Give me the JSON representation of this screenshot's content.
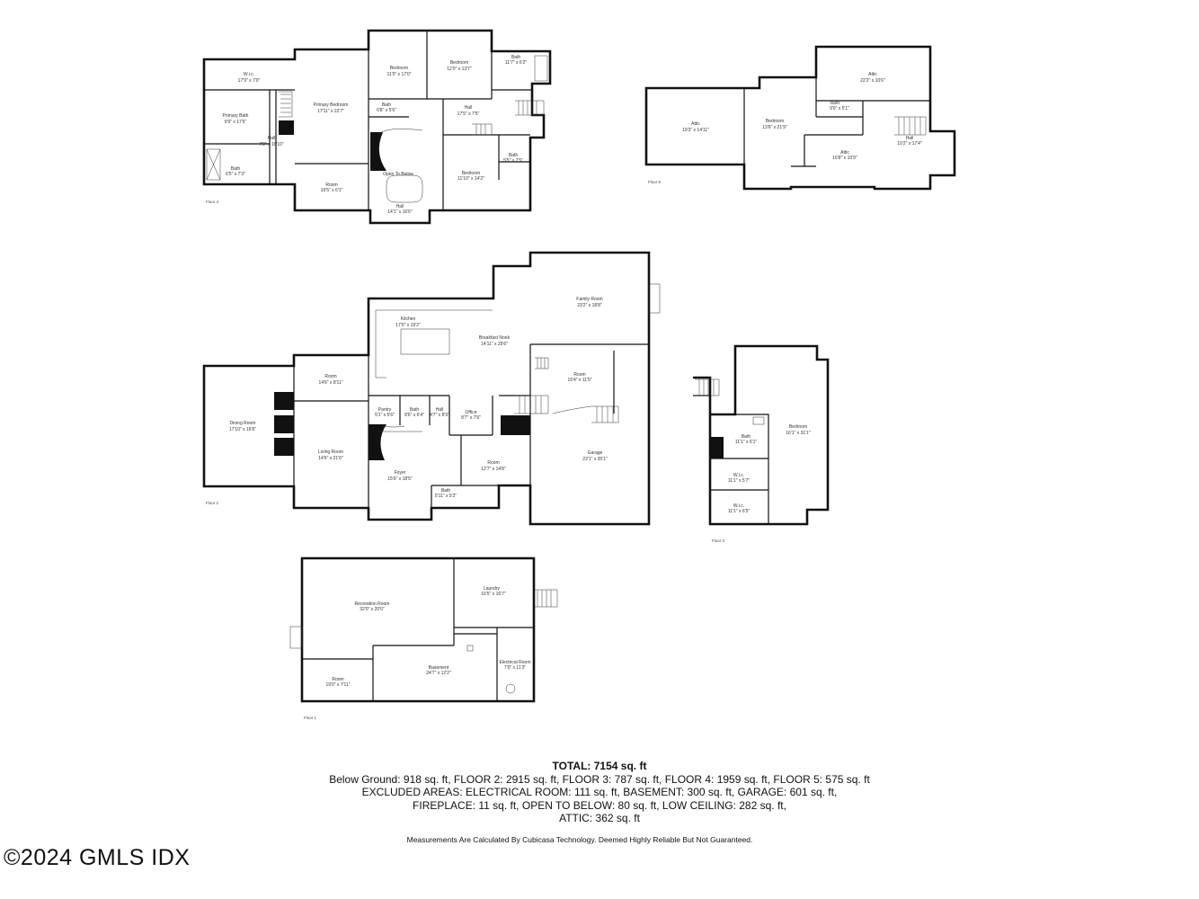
{
  "floors": {
    "floor4": {
      "tag": "Floor 4",
      "rooms": [
        {
          "name": "W.i.c.",
          "dims": "17'9\" x 7'0\""
        },
        {
          "name": "Primary Bedroom",
          "dims": "17'11\" x 22'7\""
        },
        {
          "name": "Bedroom",
          "dims": "11'0\" x 17'0\""
        },
        {
          "name": "Bedroom",
          "dims": "12'0\" x 13'7\""
        },
        {
          "name": "Bath",
          "dims": "11'7\" x 6'2\""
        },
        {
          "name": "Primary Bath",
          "dims": "9'9\" x 17'6\""
        },
        {
          "name": "Bath",
          "dims": "6'8\" x 5'6\""
        },
        {
          "name": "Hall",
          "dims": "17'5\" x 7'5\""
        },
        {
          "name": "Hall",
          "dims": "7'8\" x 16'10\""
        },
        {
          "name": "Open To Below",
          "dims": ""
        },
        {
          "name": "Bedroom",
          "dims": "11'10\" x 14'2\""
        },
        {
          "name": "Bath",
          "dims": "5'5\" x 7'5\""
        },
        {
          "name": "Bath",
          "dims": "6'5\" x 7'3\""
        },
        {
          "name": "Room",
          "dims": "16'5\" x 6'1\""
        },
        {
          "name": "Hall",
          "dims": "14'1\" x 16'6\""
        }
      ]
    },
    "floor5": {
      "tag": "Floor 5",
      "rooms": [
        {
          "name": "Attic",
          "dims": "22'2\" x 10'6\""
        },
        {
          "name": "Attic",
          "dims": "19'3\" x 14'11\""
        },
        {
          "name": "Bedroom",
          "dims": "13'6\" x 21'9\""
        },
        {
          "name": "Bath",
          "dims": "9'0\" x 5'1\""
        },
        {
          "name": "Hall",
          "dims": "10'2\" x 17'4\""
        },
        {
          "name": "Attic",
          "dims": "16'8\" x 10'9\""
        }
      ]
    },
    "floor2": {
      "tag": "Floor 2",
      "rooms": [
        {
          "name": "Family Room",
          "dims": "23'2\" x 18'8\""
        },
        {
          "name": "Kitchen",
          "dims": "17'0\" x 19'2\""
        },
        {
          "name": "Breakfast Nook",
          "dims": "14'11\" x 29'6\""
        },
        {
          "name": "Room",
          "dims": "14'6\" x 8'11\""
        },
        {
          "name": "Room",
          "dims": "16'4\" x 11'5\""
        },
        {
          "name": "Dining Room",
          "dims": "17'10\" x 16'6\""
        },
        {
          "name": "Pantry",
          "dims": "5'1\" x 5'6\""
        },
        {
          "name": "Bath",
          "dims": "8'6\" x 6'4\""
        },
        {
          "name": "Hall",
          "dims": "4'7\" x 8'9\""
        },
        {
          "name": "Office",
          "dims": "8'7\" x 7'6\""
        },
        {
          "name": "Living Room",
          "dims": "14'6\" x 21'0\""
        },
        {
          "name": "Garage",
          "dims": "23'1\" x 35'1\""
        },
        {
          "name": "Room",
          "dims": "12'7\" x 14'8\""
        },
        {
          "name": "Foyer",
          "dims": "15'6\" x 18'5\""
        },
        {
          "name": "Bath",
          "dims": "5'11\" x 5'2\""
        }
      ]
    },
    "floor3": {
      "tag": "Floor 3",
      "rooms": [
        {
          "name": "Bedroom",
          "dims": "16'1\" x 31'1\""
        },
        {
          "name": "Bath",
          "dims": "11'1\" x 6'1\""
        },
        {
          "name": "W.i.c.",
          "dims": "11'1\" x 5'7\""
        },
        {
          "name": "W.i.c.",
          "dims": "11'1\" x 6'5\""
        }
      ]
    },
    "floor1": {
      "tag": "Floor 1",
      "rooms": [
        {
          "name": "Recreation Room",
          "dims": "32'0\" x 20'0\""
        },
        {
          "name": "Laundry",
          "dims": "16'5\" x 16'7\""
        },
        {
          "name": "Room",
          "dims": "19'0\" x 7'11\""
        },
        {
          "name": "Basement",
          "dims": "24'7\" x 12'2\""
        },
        {
          "name": "Electrical Room",
          "dims": "7'0\" x 11'3\""
        }
      ]
    }
  },
  "summary": {
    "total": "TOTAL: 7154 sq. ft",
    "line1": "Below Ground: 918 sq. ft, FLOOR 2: 2915 sq. ft, FLOOR 3: 787 sq. ft, FLOOR 4: 1959 sq. ft, FLOOR 5: 575 sq. ft",
    "line2": "EXCLUDED AREAS: ELECTRICAL ROOM: 111 sq. ft, BASEMENT: 300 sq. ft, GARAGE: 601 sq. ft,",
    "line3": "FIREPLACE: 11 sq. ft, OPEN TO BELOW: 80 sq. ft, LOW CEILING: 282 sq. ft,",
    "line4": "ATTIC: 362 sq. ft"
  },
  "disclaimer": "Measurements Are Calculated By Cubicasa Technology. Deemed Highly Reliable But Not Guaranteed.",
  "copyright": "©2024 GMLS IDX"
}
